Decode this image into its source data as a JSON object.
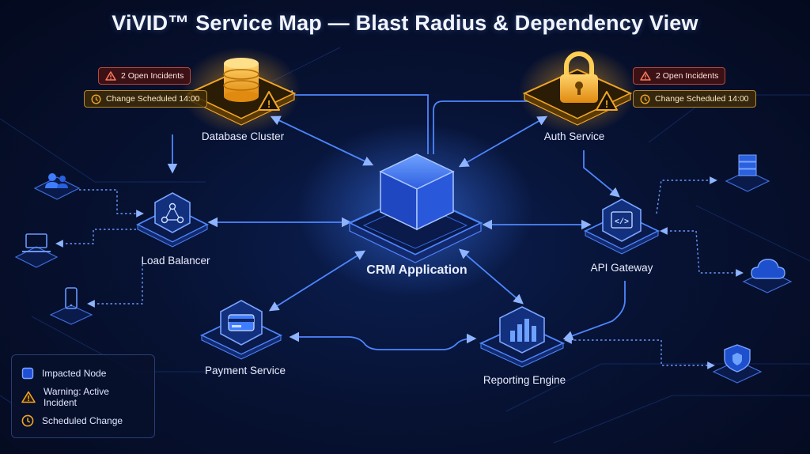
{
  "title": "ViVID™ Service Map — Blast Radius & Dependency View",
  "nodes": {
    "database": {
      "label": "Database Cluster",
      "icon": "database-icon",
      "status": "warning"
    },
    "auth": {
      "label": "Auth Service",
      "icon": "lock-icon",
      "status": "warning"
    },
    "load_balancer": {
      "label": "Load Balancer",
      "icon": "share-network-icon",
      "status": "impacted"
    },
    "crm": {
      "label": "CRM Application",
      "icon": "cube-icon",
      "status": "impacted"
    },
    "api_gateway": {
      "label": "API Gateway",
      "icon": "code-icon",
      "status": "impacted"
    },
    "payment": {
      "label": "Payment Service",
      "icon": "credit-card-icon",
      "status": "impacted"
    },
    "reporting": {
      "label": "Reporting Engine",
      "icon": "bar-chart-icon",
      "status": "impacted"
    }
  },
  "peripherals": [
    "users-icon",
    "laptop-icon",
    "mobile-icon",
    "server-rack-icon",
    "cloud-icon",
    "shield-icon"
  ],
  "badges": {
    "database": {
      "incident": "2 Open Incidents",
      "change": "Change Scheduled 14:00"
    },
    "auth": {
      "incident": "2 Open Incidents",
      "change": "Change Scheduled 14:00"
    }
  },
  "legend": {
    "impacted": "Impacted Node",
    "warning": "Warning: Active Incident",
    "scheduled": "Scheduled Change"
  },
  "colors": {
    "blue": "#3f7dff",
    "glow": "#5f9bff",
    "orange": "#f2a623",
    "red": "#e0523f",
    "background": "#050c24"
  }
}
